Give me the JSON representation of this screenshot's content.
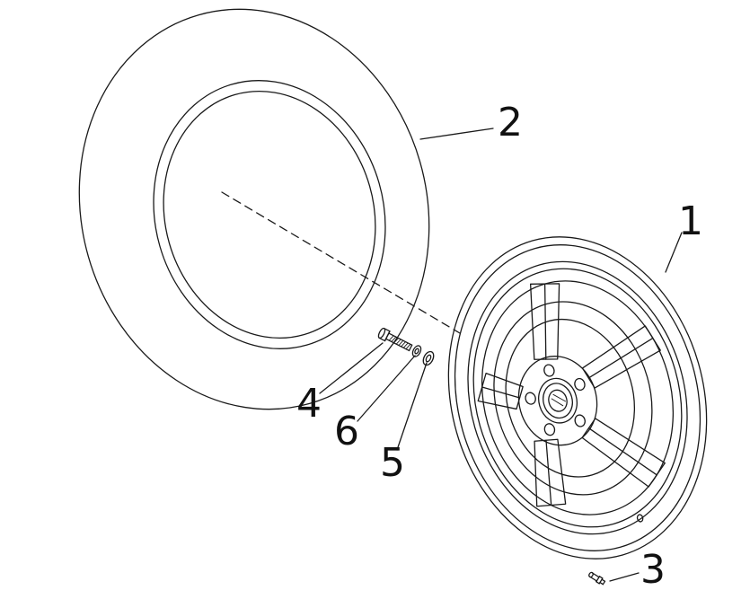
{
  "figure": {
    "background_color": "#ffffff",
    "line_color": "#1a1a1a",
    "callouts": [
      {
        "label": "1"
      },
      {
        "label": "2"
      },
      {
        "label": "3"
      },
      {
        "label": "4"
      },
      {
        "label": "5"
      },
      {
        "label": "6"
      }
    ]
  }
}
